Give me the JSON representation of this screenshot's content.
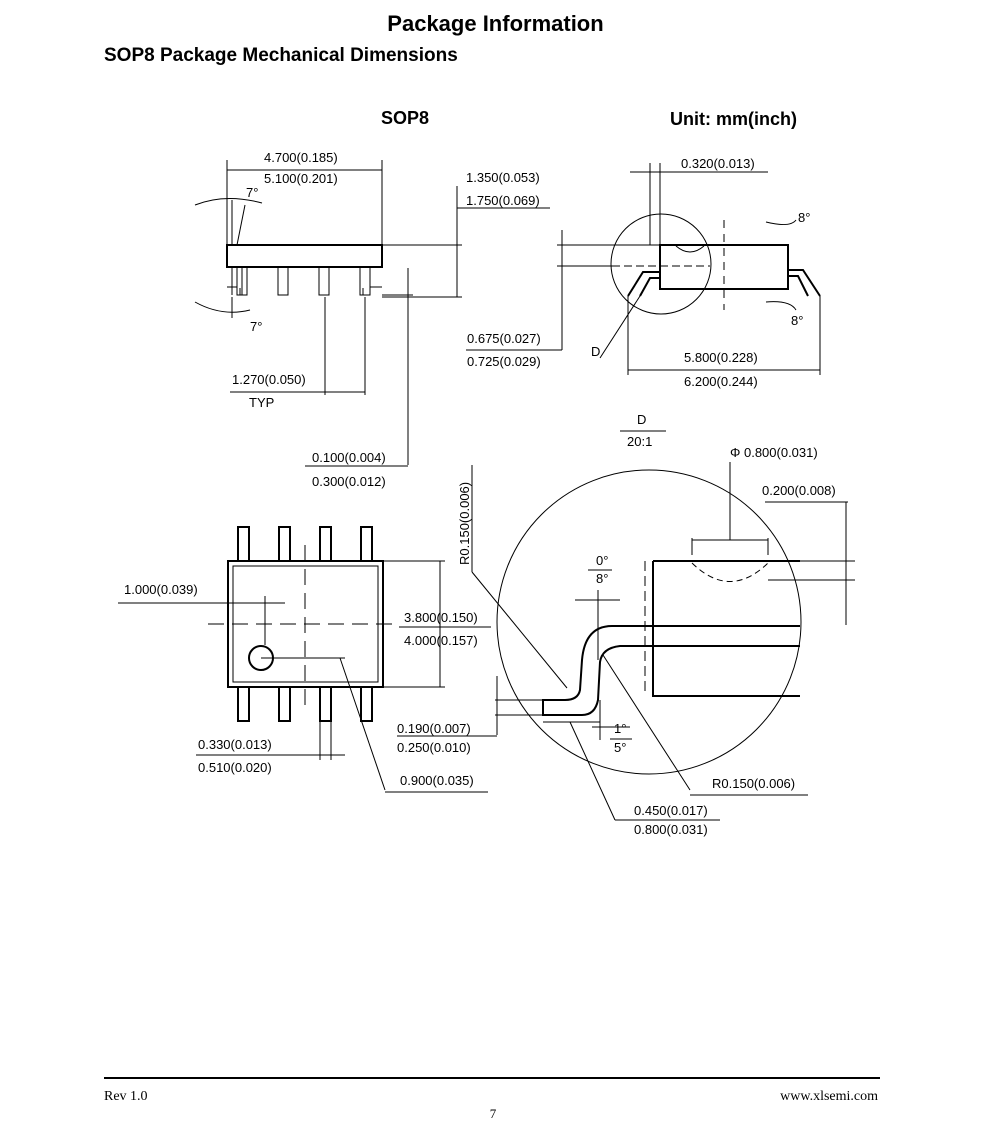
{
  "header": {
    "title": "Package Information",
    "section": "SOP8 Package Mechanical Dimensions"
  },
  "drawing": {
    "package_label": "SOP8",
    "unit_label": "Unit: mm(inch)",
    "side_view": {
      "body_length_min": "4.700(0.185)",
      "body_length_max": "5.100(0.201)",
      "mold_angle_top": "7°",
      "mold_angle_bottom": "7°",
      "height_min": "1.350(0.053)",
      "height_max": "1.750(0.069)",
      "pitch": "1.270(0.050)",
      "pitch_note": "TYP",
      "standoff_min": "0.100(0.004)",
      "standoff_max": "0.300(0.012)"
    },
    "end_view": {
      "lead_thickness": "0.320(0.013)",
      "angle_top": "8°",
      "angle_bottom": "8°",
      "body_height_min": "0.675(0.027)",
      "body_height_max": "0.725(0.029)",
      "detail_ref": "D",
      "span_min": "5.800(0.228)",
      "span_max": "6.200(0.244)"
    },
    "top_view": {
      "pin1_offset": "1.000(0.039)",
      "body_width_min": "3.800(0.150)",
      "body_width_max": "4.000(0.157)",
      "lead_width_min": "0.330(0.013)",
      "lead_width_max": "0.510(0.020)",
      "pin1_dot": "0.900(0.035)"
    },
    "detail_d": {
      "title": "D",
      "scale": "20:1",
      "radius_top": "R0.150(0.006)",
      "dimple_diameter": "Φ 0.800(0.031)",
      "dimple_depth": "0.200(0.008)",
      "angle_top_min": "0°",
      "angle_top_max": "8°",
      "foot_thickness_min": "0.190(0.007)",
      "foot_thickness_max": "0.250(0.010)",
      "foot_angle_min": "1°",
      "foot_angle_max": "5°",
      "radius_bottom": "R0.150(0.006)",
      "foot_length_min": "0.450(0.017)",
      "foot_length_max": "0.800(0.031)"
    }
  },
  "footer": {
    "revision": "Rev 1.0",
    "website": "www.xlsemi.com",
    "page_number": "7"
  }
}
